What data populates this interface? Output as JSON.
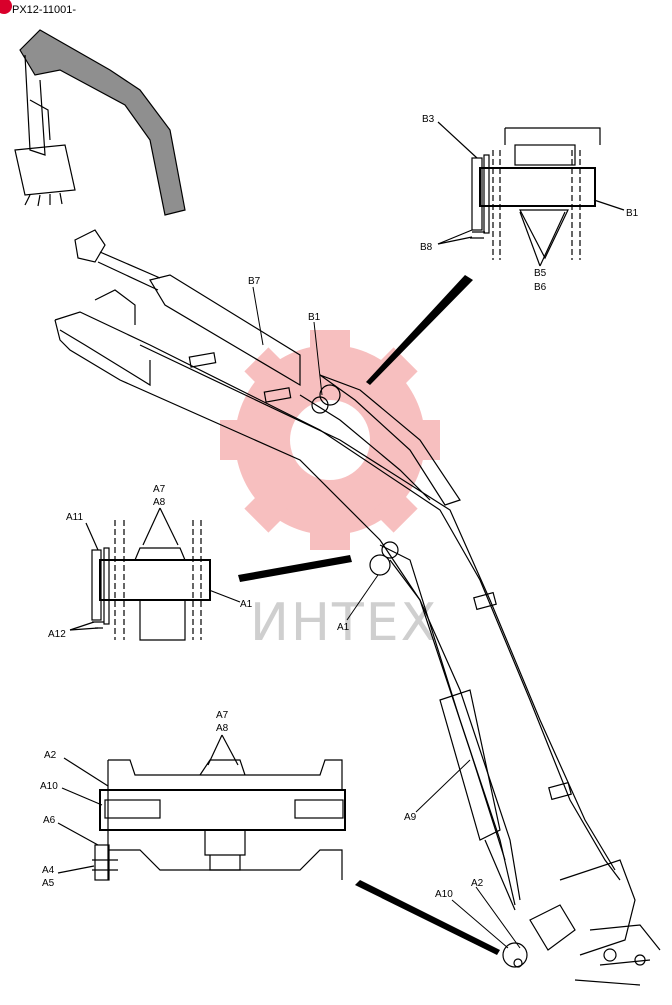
{
  "header": {
    "code": "PX12-11001-"
  },
  "watermark": {
    "text": "ИНТЕХ",
    "gear_color": "#f28b8b"
  },
  "colors": {
    "line": "#000000",
    "badge": "#d9002b"
  },
  "labels": {
    "b3": "B3",
    "b1_top": "B1",
    "b8": "B8",
    "b5": "B5",
    "b6": "B6",
    "b7": "B7",
    "b1_main": "B1",
    "a7_mid": "A7",
    "a8_mid": "A8",
    "a11": "A11",
    "a1_detail": "A1",
    "a12": "A12",
    "a1_main": "A1",
    "a7_low": "A7",
    "a8_low": "A8",
    "a2_detail": "A2",
    "a10_detail": "A10",
    "a6": "A6",
    "a4": "A4",
    "a5": "A5",
    "a9": "A9",
    "a10_main": "A10",
    "a2_main": "A2"
  }
}
